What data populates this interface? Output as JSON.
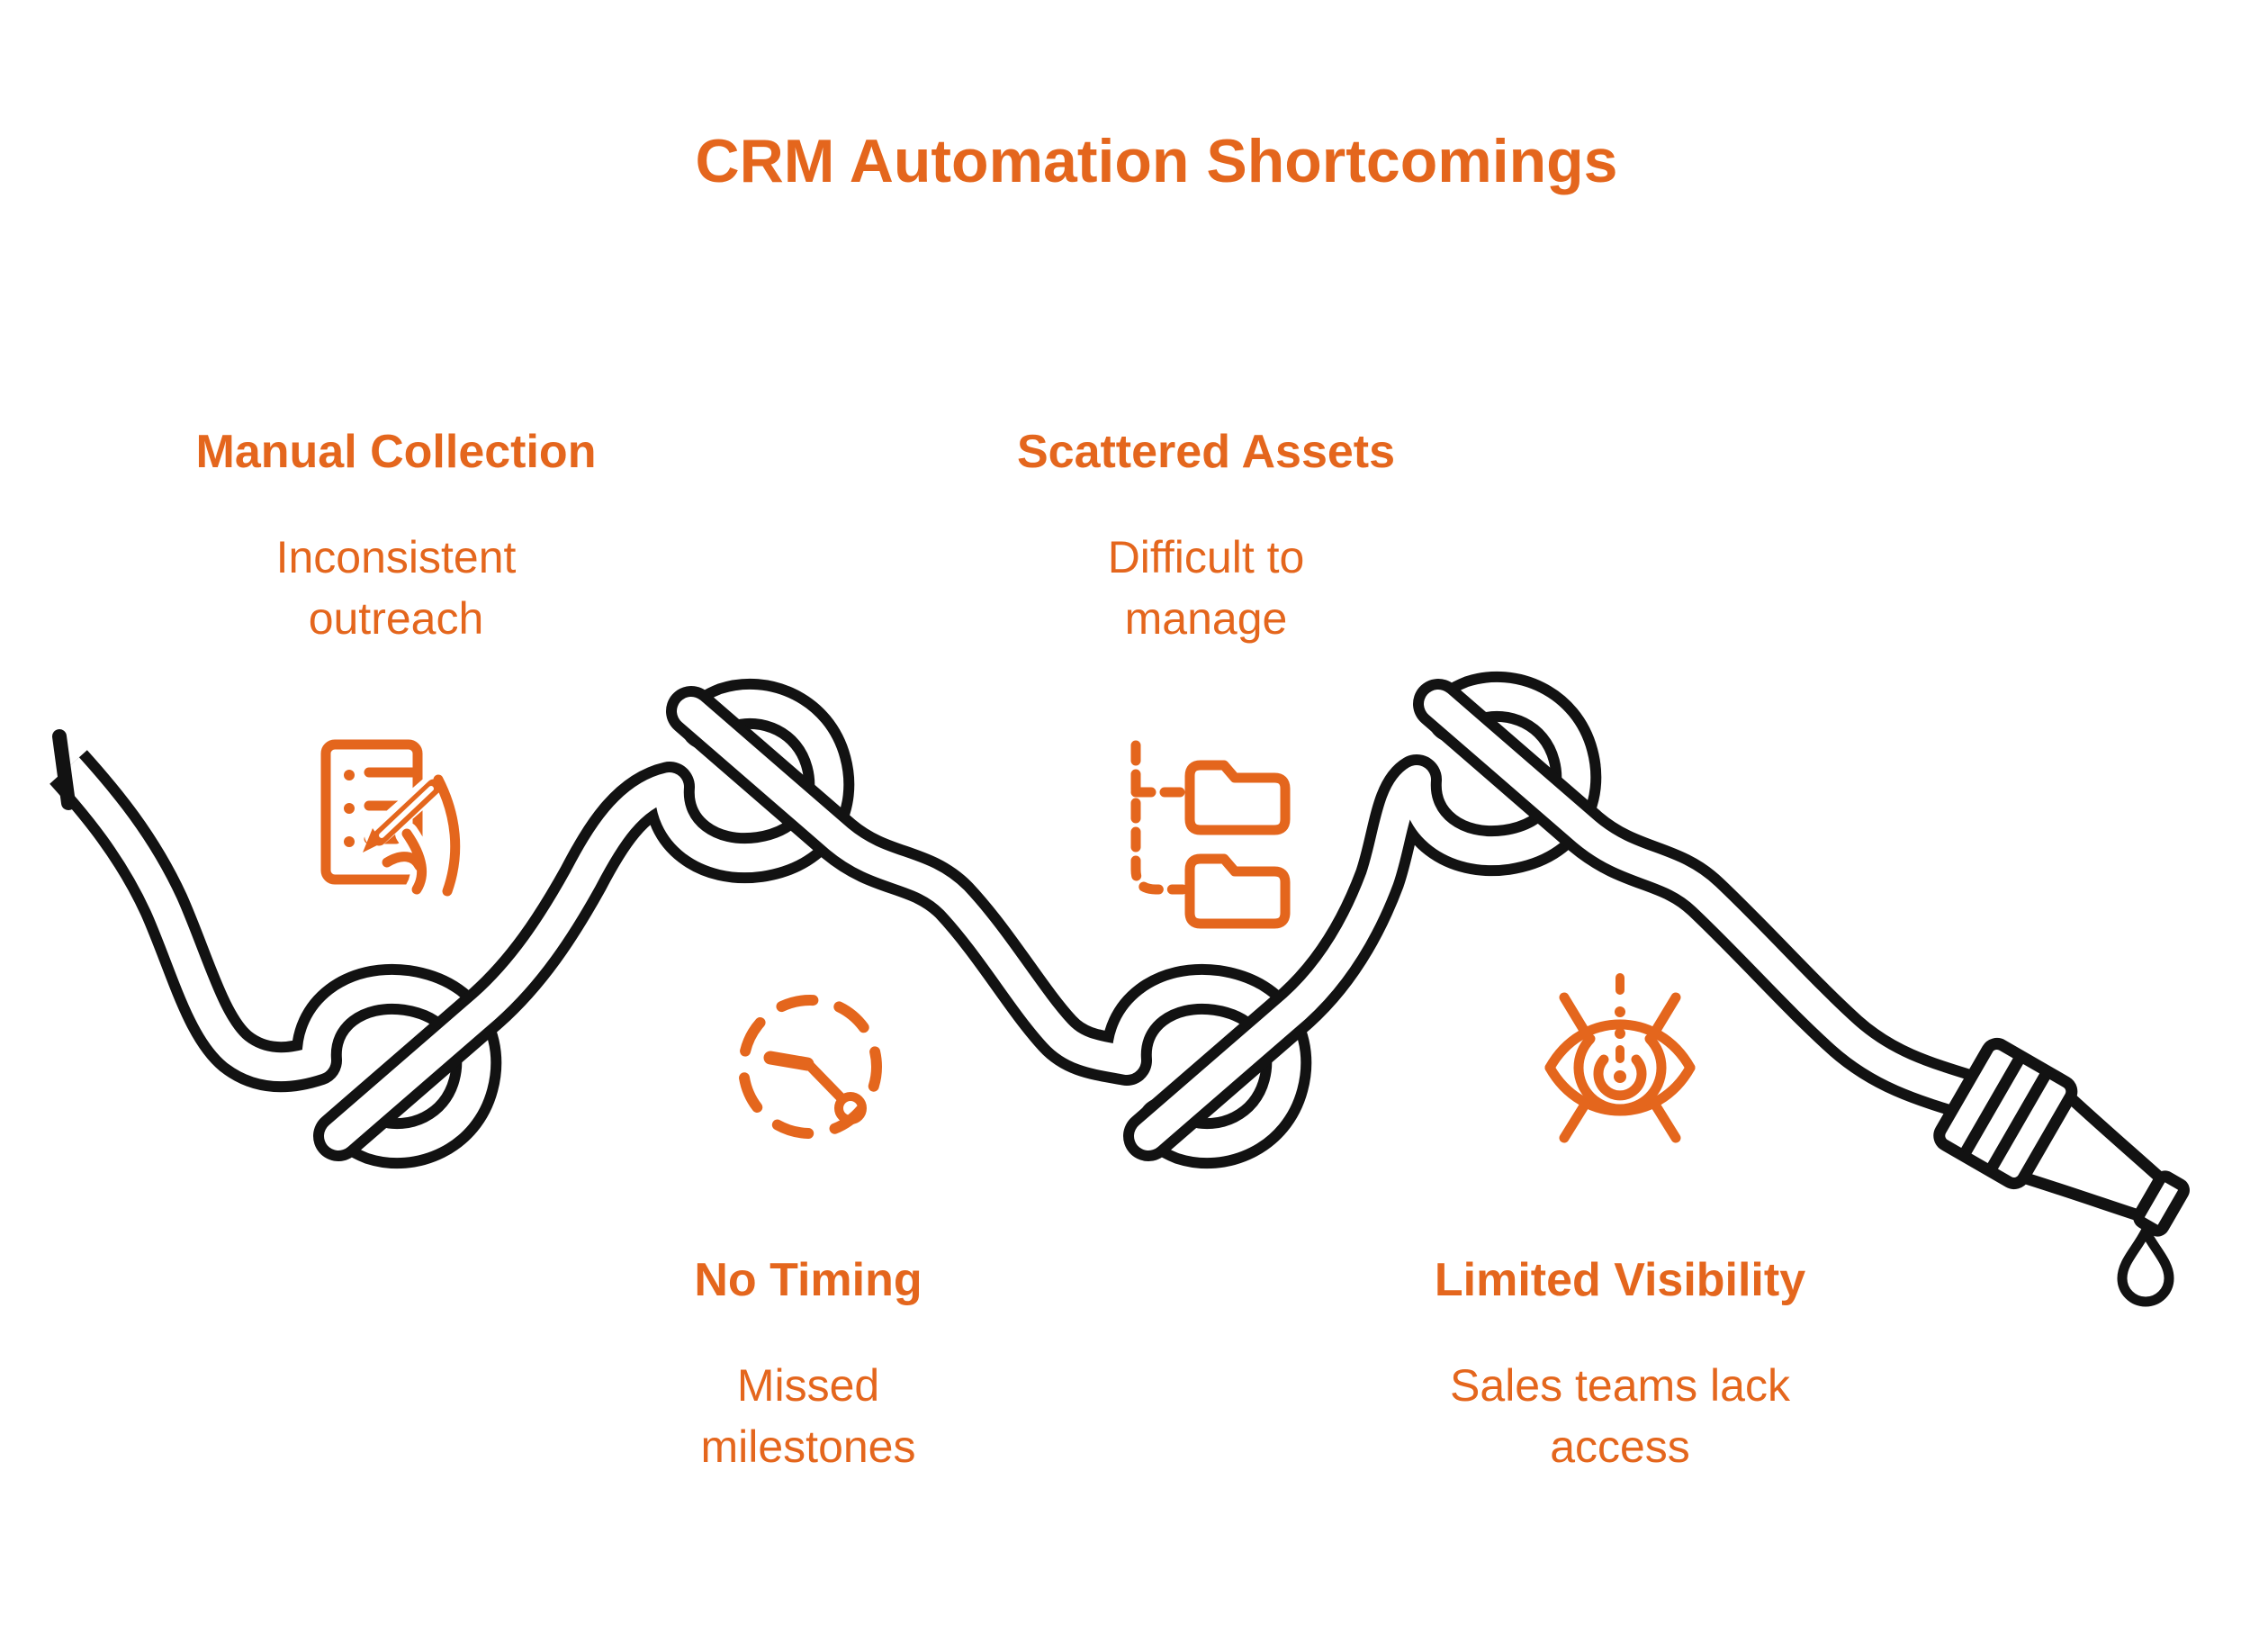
{
  "title": "CRM Automation Shortcomings",
  "colors": {
    "accent_orange": "#E4661D",
    "ink_black": "#121212",
    "background": "#FFFFFF"
  },
  "sections": [
    {
      "heading": "Manual Collection",
      "lines": [
        "Inconsistent",
        "outreach"
      ],
      "icon": "checklist-pen-icon"
    },
    {
      "heading": "Scattered Assets",
      "lines": [
        "Difficult to",
        "manage"
      ],
      "icon": "folder-tree-icon"
    },
    {
      "heading": "No Timing",
      "lines": [
        "Missed",
        "milestones"
      ],
      "icon": "dashed-clock-icon"
    },
    {
      "heading": "Limited Visibility",
      "lines": [
        "Sales teams lack",
        "access"
      ],
      "icon": "eye-icon"
    }
  ],
  "illustration": {
    "name": "knotted-hose",
    "knot_count": 4,
    "elements": [
      "open-hose-end",
      "knot-1",
      "knot-2",
      "knot-3",
      "knot-4",
      "nozzle",
      "water-drop-icon"
    ]
  }
}
